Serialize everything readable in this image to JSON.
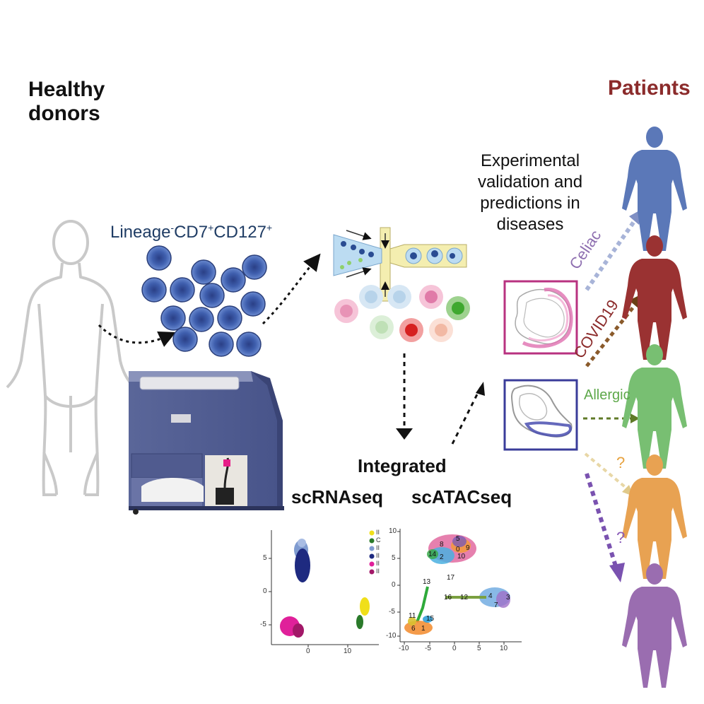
{
  "titles": {
    "healthy": "Healthy donors",
    "healthy_line1": "Healthy",
    "healthy_line2": "donors",
    "patients": "Patients"
  },
  "lineage": {
    "part1": "Lineage",
    "sup1": "-",
    "part2": "CD7",
    "sup2": "+",
    "part3": "CD127",
    "sup3": "+"
  },
  "experimental": "Experimental validation and predictions in diseases",
  "integrated": {
    "heading": "Integrated",
    "left": "scRNAseq",
    "right": "scATACseq"
  },
  "diseases": {
    "celiac": "Celiac",
    "covid": "COVID19",
    "allergic": "Allergic",
    "unknown1": "?",
    "unknown2": "?"
  },
  "scrna_plot": {
    "y_ticks": [
      "5",
      "0",
      "-5"
    ],
    "x_ticks": [
      "0",
      "10"
    ],
    "legend": [
      "II",
      "C",
      "II",
      "II",
      "II",
      "II"
    ]
  },
  "scatac_plot": {
    "y_ticks": [
      "10",
      "5",
      "0",
      "-5",
      "-10"
    ],
    "x_ticks": [
      "-10",
      "-5",
      "0",
      "5",
      "10"
    ],
    "cluster_labels": [
      "5",
      "8",
      "0",
      "9",
      "10",
      "14",
      "2",
      "17",
      "13",
      "16",
      "12",
      "4",
      "3",
      "7",
      "11",
      "15",
      "6",
      "1"
    ]
  },
  "colors": {
    "patients_title": "#8b2b2b",
    "lineage_text": "#1f3c64",
    "celiac": "#8e6fb0",
    "covid": "#8b2b2b",
    "allergic": "#5ea84a",
    "unknown": "#e7a23f",
    "person_blue": "#5b78b8",
    "person_red": "#9a3232",
    "person_green": "#78bf72",
    "person_orange": "#e8a252",
    "person_purple": "#9a6db0",
    "cell_blue": "#4a6cb6"
  }
}
